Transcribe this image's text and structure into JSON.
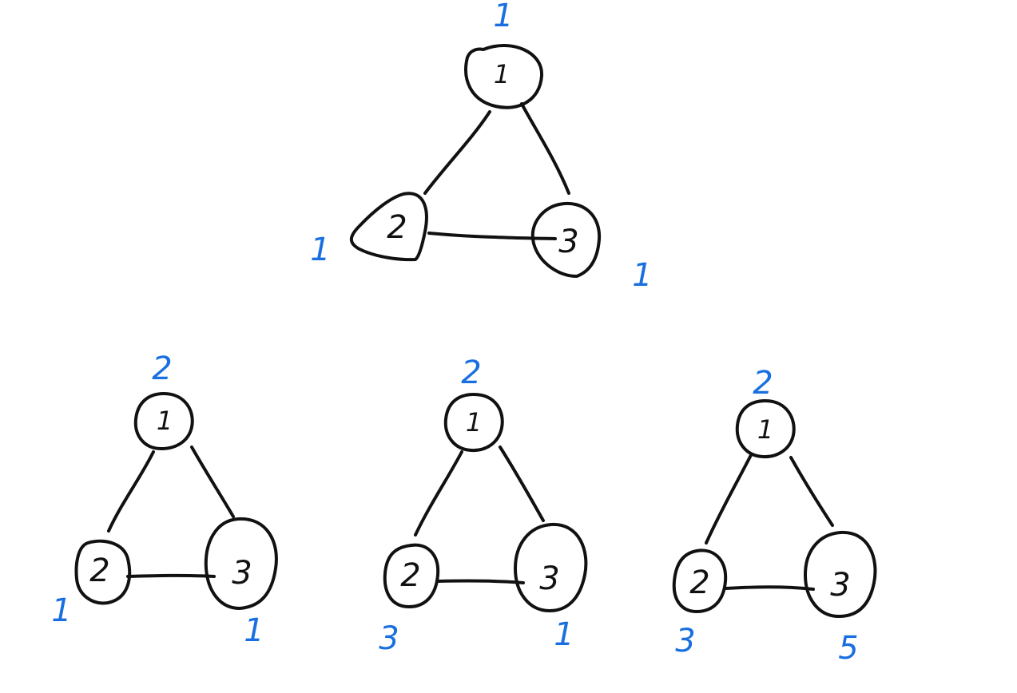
{
  "colors": {
    "ink": "#111111",
    "value": "#1a6fe0"
  },
  "graphs": [
    {
      "id": "top",
      "nodes": [
        {
          "label": "1",
          "value": "1"
        },
        {
          "label": "2",
          "value": "1"
        },
        {
          "label": "3",
          "value": "1"
        }
      ]
    },
    {
      "id": "bottom-left",
      "nodes": [
        {
          "label": "1",
          "value": "2"
        },
        {
          "label": "2",
          "value": "1"
        },
        {
          "label": "3",
          "value": "1"
        }
      ]
    },
    {
      "id": "bottom-middle",
      "nodes": [
        {
          "label": "1",
          "value": "2"
        },
        {
          "label": "2",
          "value": "3"
        },
        {
          "label": "3",
          "value": "1"
        }
      ]
    },
    {
      "id": "bottom-right",
      "nodes": [
        {
          "label": "1",
          "value": "2"
        },
        {
          "label": "2",
          "value": "3"
        },
        {
          "label": "3",
          "value": "5"
        }
      ]
    }
  ]
}
